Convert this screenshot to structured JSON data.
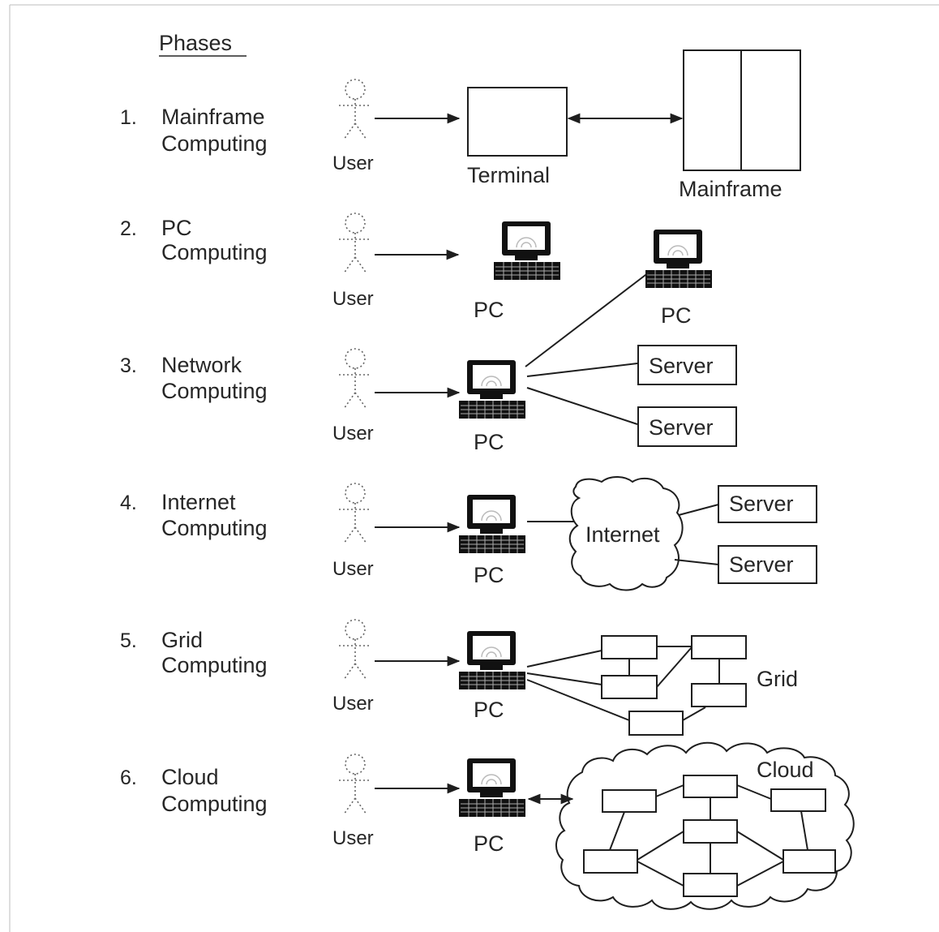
{
  "title": "Phases",
  "phases": [
    {
      "number": "1.",
      "line1": "Mainframe",
      "line2": "Computing"
    },
    {
      "number": "2.",
      "line1": "PC",
      "line2": "Computing"
    },
    {
      "number": "3.",
      "line1": "Network",
      "line2": "Computing"
    },
    {
      "number": "4.",
      "line1": "Internet",
      "line2": "Computing"
    },
    {
      "number": "5.",
      "line1": "Grid",
      "line2": "Computing"
    },
    {
      "number": "6.",
      "line1": "Cloud",
      "line2": "Computing"
    }
  ],
  "labels": {
    "user": "User",
    "terminal": "Terminal",
    "mainframe": "Mainframe",
    "pc": "PC",
    "server": "Server",
    "internet": "Internet",
    "grid": "Grid",
    "cloud": "Cloud"
  }
}
